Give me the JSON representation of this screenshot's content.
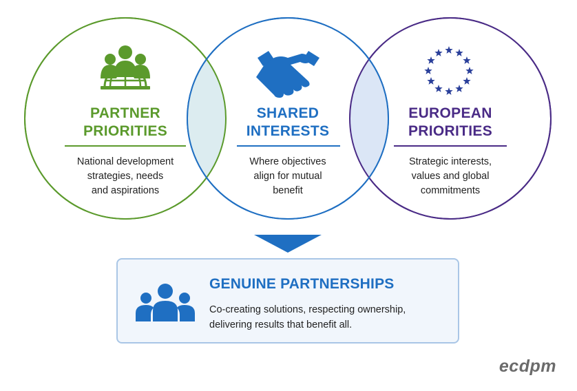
{
  "colors": {
    "partner": "#5b9a2c",
    "shared": "#1f6fc2",
    "european": "#4a2b86",
    "box_border": "#a9c6e6",
    "box_fill": "#f1f6fc",
    "eu_star": "#2a3f9a",
    "brand": "#6b6b6b"
  },
  "circles": [
    {
      "id": "partner",
      "title_line1": "PARTNER",
      "title_line2": "PRIORITIES",
      "desc_line1": "National development",
      "desc_line2": "strategies, needs",
      "desc_line3": "and aspirations",
      "icon": "people-globe-icon"
    },
    {
      "id": "shared",
      "title_line1": "SHARED",
      "title_line2": "INTERESTS",
      "desc_line1": "Where objectives",
      "desc_line2": "align for mutual",
      "desc_line3": "benefit",
      "icon": "handshake-icon"
    },
    {
      "id": "european",
      "title_line1": "EUROPEAN",
      "title_line2": "PRIORITIES",
      "desc_line1": "Strategic interests,",
      "desc_line2": "values and global",
      "desc_line3": "commitments",
      "icon": "eu-stars-icon"
    }
  ],
  "result": {
    "title": "GENUINE PARTNERSHIPS",
    "desc_line1": "Co-creating solutions, respecting ownership,",
    "desc_line2": "delivering results that benefit all.",
    "icon": "group-people-icon"
  },
  "brand": "ecdpm"
}
